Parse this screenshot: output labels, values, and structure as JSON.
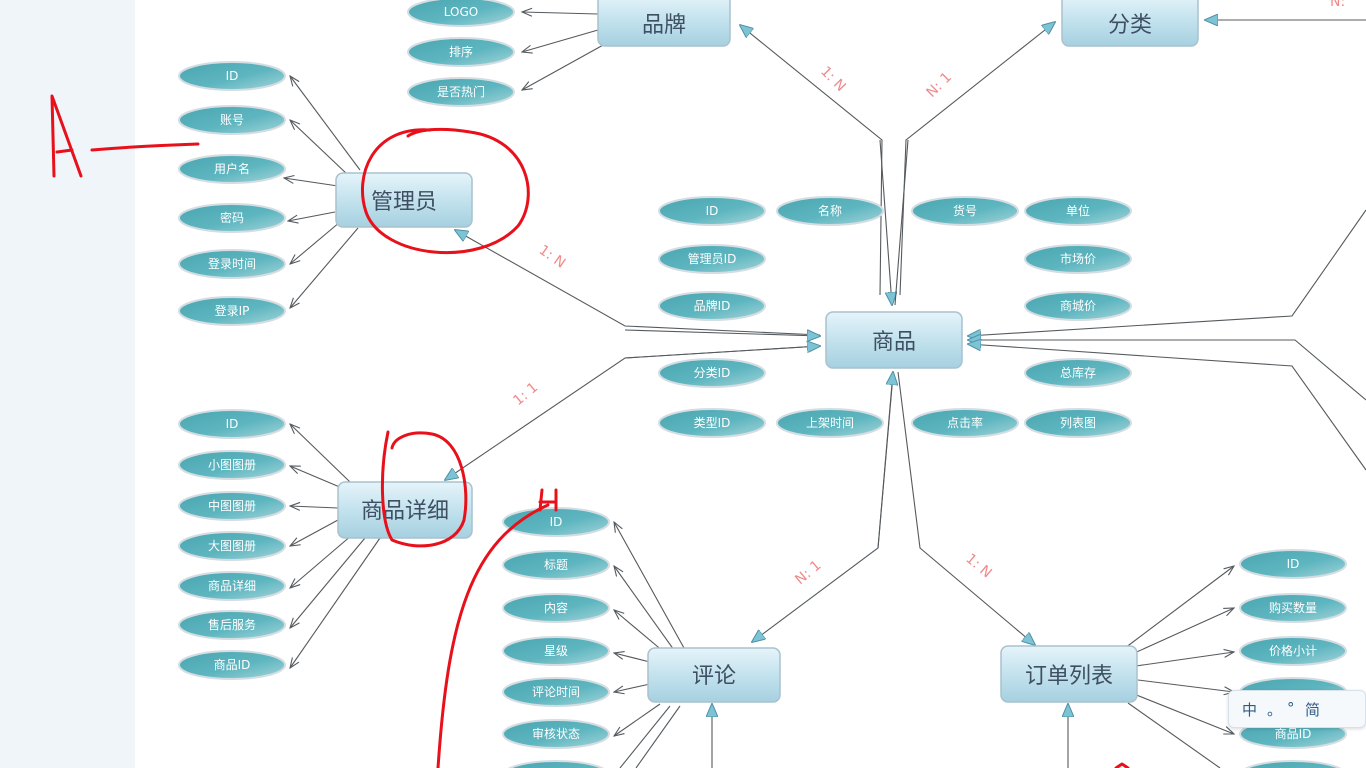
{
  "relation_labels": [
    "1: N",
    "N: 1",
    "1: N",
    "1: 1",
    "N: 1",
    "1: N",
    "N:"
  ],
  "entities": [
    {
      "name": "品牌",
      "attrs": [
        "LOGO",
        "排序",
        "是否热门"
      ]
    },
    {
      "name": "分类",
      "attrs": []
    },
    {
      "name": "管理员",
      "attrs": [
        "ID",
        "账号",
        "用户名",
        "密码",
        "登录时间",
        "登录IP"
      ]
    },
    {
      "name": "商品",
      "attrs": [
        "ID",
        "名称",
        "货号",
        "单位",
        "管理员ID",
        "市场价",
        "品牌ID",
        "商城价",
        "分类ID",
        "总库存",
        "类型ID",
        "上架时间",
        "点击率",
        "列表图"
      ]
    },
    {
      "name": "商品详细",
      "attrs": [
        "ID",
        "小图图册",
        "中图图册",
        "大图图册",
        "商品详细",
        "售后服务",
        "商品ID"
      ]
    },
    {
      "name": "评论",
      "attrs": [
        "ID",
        "标题",
        "内容",
        "星级",
        "评论时间",
        "审核状态"
      ]
    },
    {
      "name": "订单列表",
      "attrs": [
        "ID",
        "购买数量",
        "价格小计",
        "商品ID"
      ]
    }
  ],
  "annotations": {
    "letter_a": "A",
    "letter_b": "H"
  },
  "ime_toolbar": {
    "mode": "中",
    "punct": "。",
    "width": "°",
    "script": "简"
  },
  "colors": {
    "sidebar": "#f0f5fa",
    "ellipse": "#5bb3bd",
    "box": "#bfe0ec",
    "relation_text": "#f08a8a",
    "annotation": "#e8101a"
  }
}
